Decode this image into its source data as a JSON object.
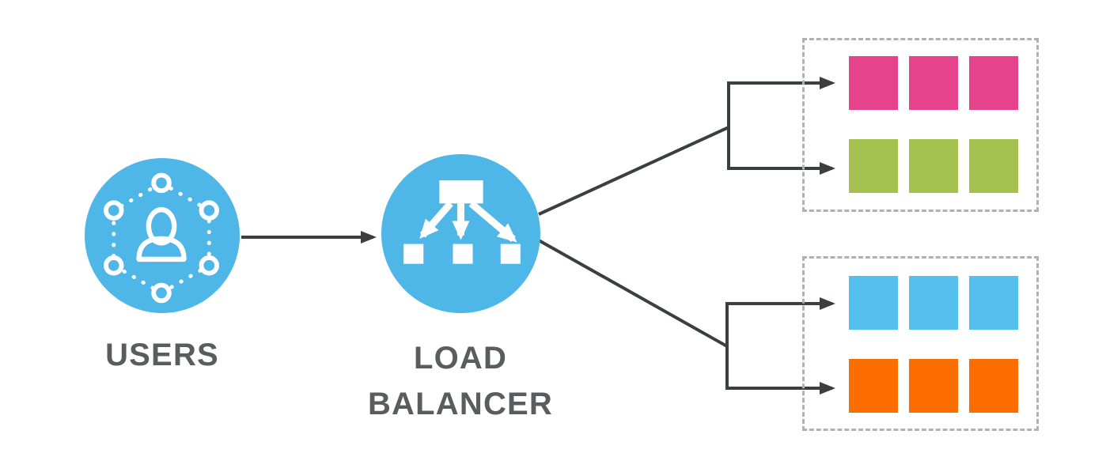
{
  "diagram": {
    "nodes": {
      "users": {
        "label": "USERS",
        "icon": "users-network-icon"
      },
      "load_balancer": {
        "label_line1": "LOAD",
        "label_line2": "BALANCER",
        "icon": "load-balancer-icon"
      }
    },
    "clusters": [
      {
        "name": "server-group-top",
        "rows": [
          {
            "color": "pink",
            "count": 3
          },
          {
            "color": "green",
            "count": 3
          }
        ]
      },
      {
        "name": "server-group-bottom",
        "rows": [
          {
            "color": "blue",
            "count": 3
          },
          {
            "color": "orange",
            "count": 3
          }
        ]
      }
    ]
  },
  "colors": {
    "circle_blue": "#4FB7E8",
    "pink": "#E6438D",
    "green": "#A4C14F",
    "blue": "#55BFEE",
    "orange": "#FB6D00",
    "connector": "#3C3F42",
    "label_text": "#5B5C5F",
    "cluster_border": "#B1B1B1",
    "background": "#FFFFFF"
  }
}
